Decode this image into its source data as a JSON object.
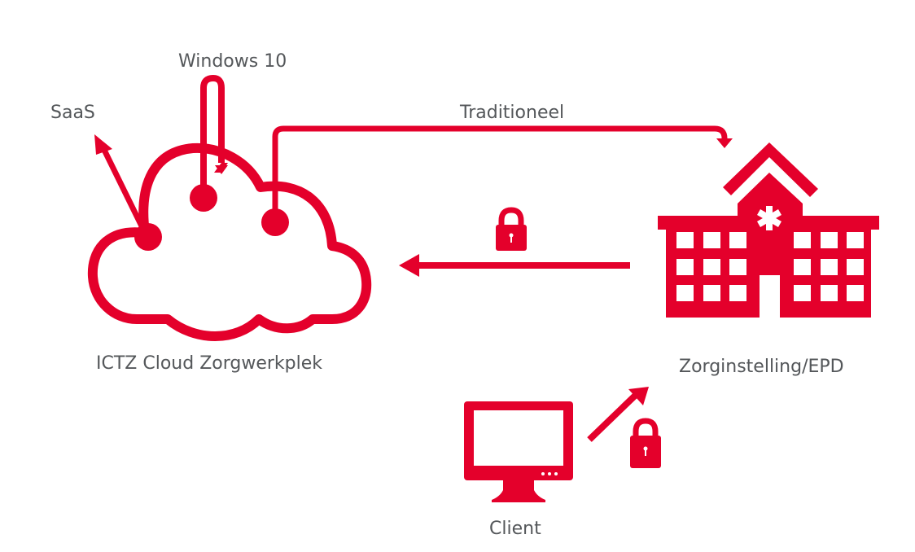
{
  "colors": {
    "accent": "#e4002b",
    "text": "#54575a",
    "background": "#ffffff"
  },
  "nodes": {
    "cloud": {
      "label": "ICTZ Cloud Zorgwerkplek",
      "icon": "cloud-icon"
    },
    "hospital": {
      "label": "Zorginstelling/EPD",
      "icon": "hospital-icon"
    },
    "client": {
      "label": "Client",
      "icon": "monitor-icon"
    }
  },
  "connections": {
    "saas": {
      "label": "SaaS",
      "direction": "outgoing from cloud"
    },
    "windows": {
      "label": "Windows 10",
      "direction": "into cloud"
    },
    "traditional": {
      "label": "Traditioneel",
      "from": "cloud",
      "to": "hospital"
    },
    "secure_hospital_to_cloud": {
      "from": "hospital",
      "to": "cloud",
      "secured": true,
      "icon": "lock-icon"
    },
    "secure_client_to_hospital": {
      "from": "client",
      "to": "hospital",
      "secured": true,
      "icon": "lock-icon"
    }
  }
}
